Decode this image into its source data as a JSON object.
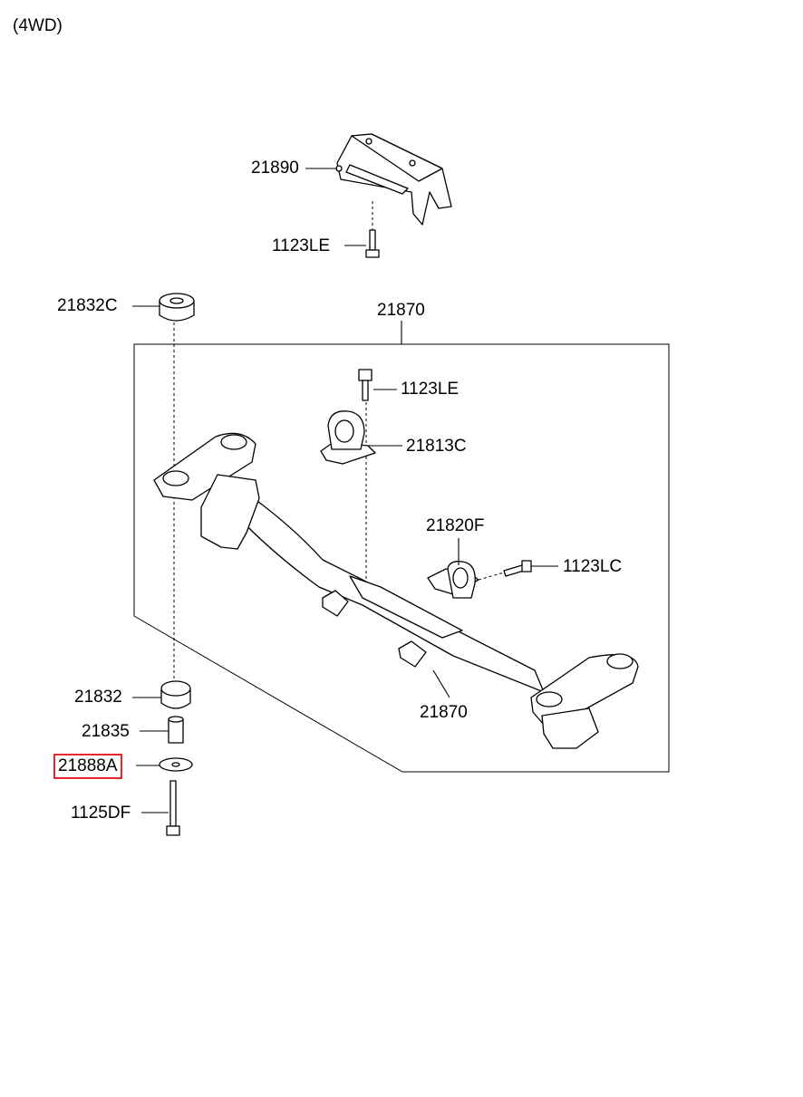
{
  "header": {
    "variant": "(4WD)"
  },
  "labels": {
    "bracket": "21890",
    "bolt_top": "1123LE",
    "bushing_upper": "21832C",
    "crossmember_top": "21870",
    "bolt_mid": "1123LE",
    "mount_upper": "21813C",
    "mount_lower": "21820F",
    "bolt_side": "1123LC",
    "bushing_lower": "21832",
    "sleeve": "21835",
    "washer": "21888A",
    "bolt_long": "1125DF",
    "crossmember_bottom": "21870"
  },
  "highlight_color": "#e8262b"
}
